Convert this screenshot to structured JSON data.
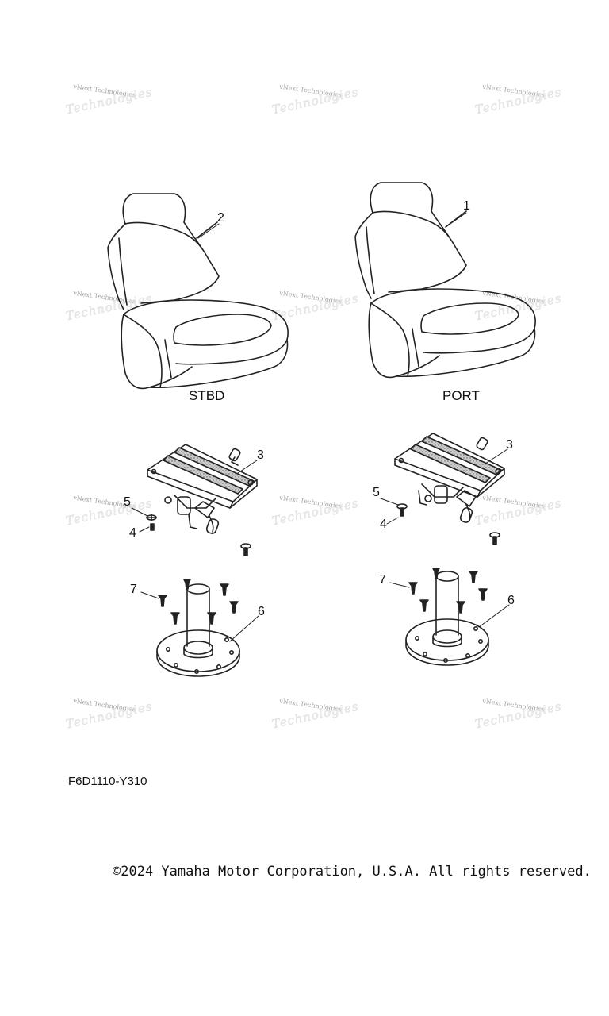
{
  "watermark": {
    "line1": "vNext Technologies",
    "line2": "Technologies"
  },
  "labels": {
    "stbd": "STBD",
    "port": "PORT"
  },
  "callouts": {
    "c1": "1",
    "c2": "2",
    "c3_left": "3",
    "c3_right": "3",
    "c4_left": "4",
    "c4_right": "4",
    "c5_left": "5",
    "c5_right": "5",
    "c6_left": "6",
    "c6_right": "6",
    "c7_left": "7",
    "c7_right": "7"
  },
  "figure_code": "F6D1110-Y310",
  "copyright": "©2024 Yamaha Motor Corporation, U.S.A. All rights reserved."
}
